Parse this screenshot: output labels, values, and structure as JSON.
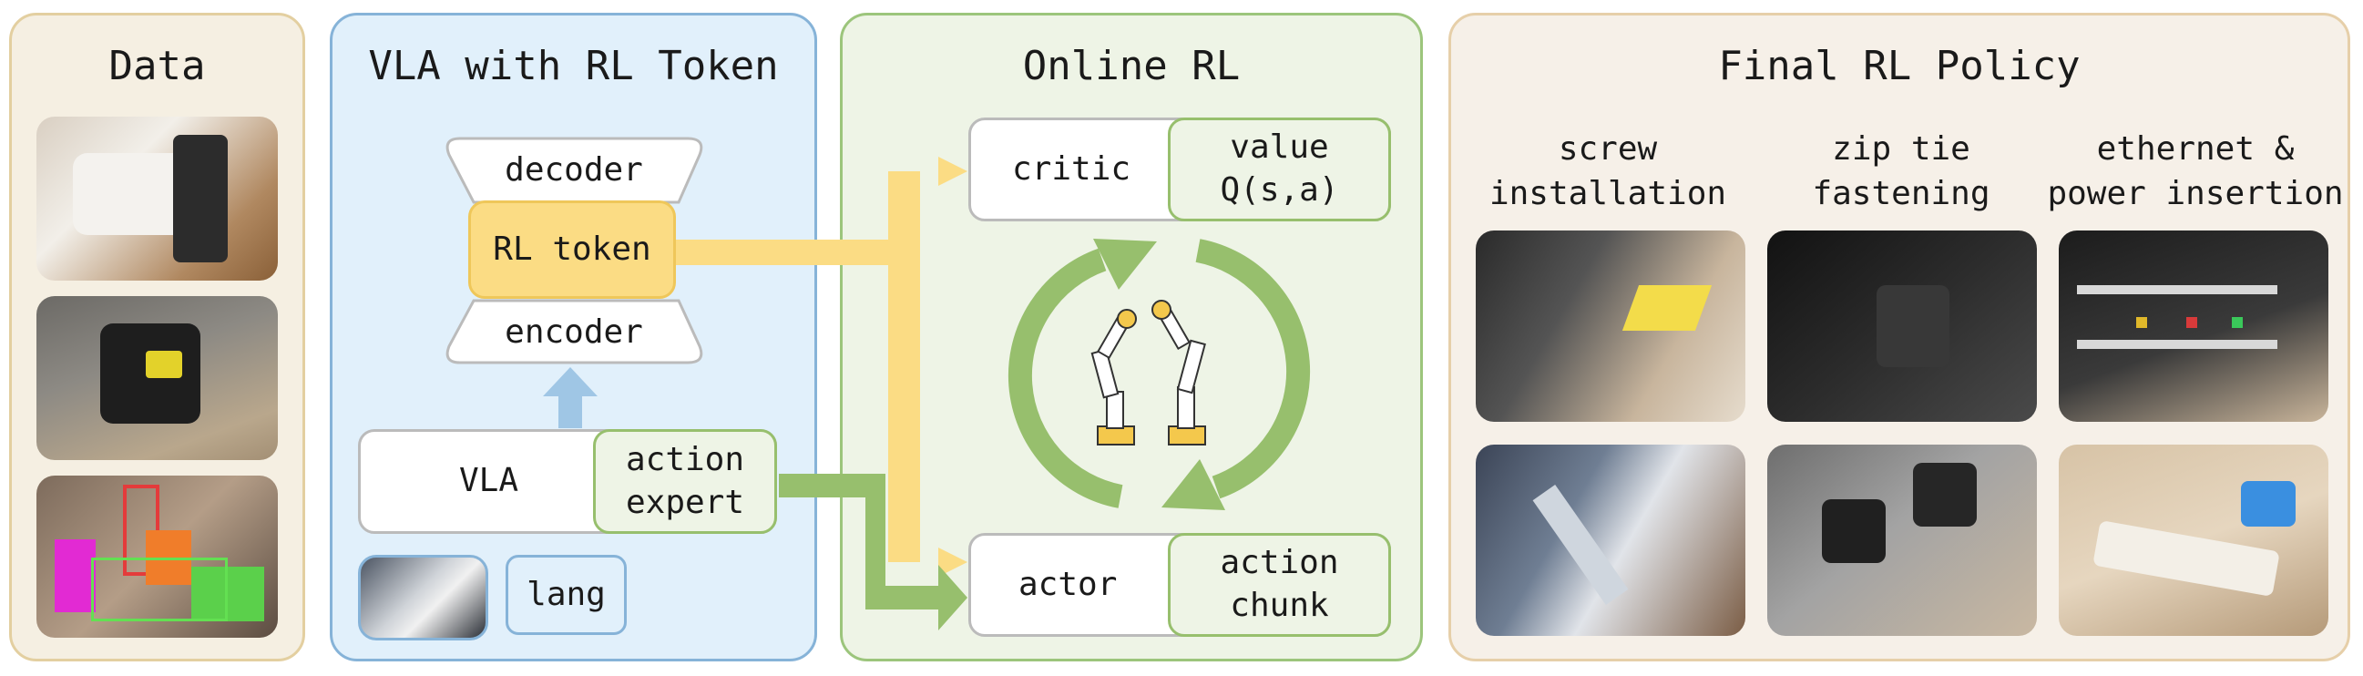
{
  "panels": {
    "data": {
      "title": "Data"
    },
    "vla": {
      "title": "VLA with RL Token",
      "decoder": "decoder",
      "rl_token": "RL token",
      "encoder": "encoder",
      "vla": "VLA",
      "action_expert": "action\nexpert",
      "lang": "lang"
    },
    "online": {
      "title": "Online RL",
      "critic": "critic",
      "value": "value\nQ(s,a)",
      "actor": "actor",
      "action_chunk": "action\nchunk"
    },
    "final": {
      "title": "Final RL Policy",
      "tasks": [
        "screw\ninstallation",
        "zip tie\nfastening",
        "ethernet &\npower insertion"
      ]
    }
  },
  "colors": {
    "data_bg": "#f5efe2",
    "data_border": "#e3cfa0",
    "vla_bg": "#e1f0fb",
    "vla_border": "#86b3d8",
    "online_bg": "#eef4e6",
    "online_border": "#9cc57c",
    "final_bg": "#f6f0e8",
    "final_border": "#e6cfa9",
    "yellow": "#fbdc84",
    "green": "#97bf6d",
    "light_blue": "#9fc6e5"
  }
}
